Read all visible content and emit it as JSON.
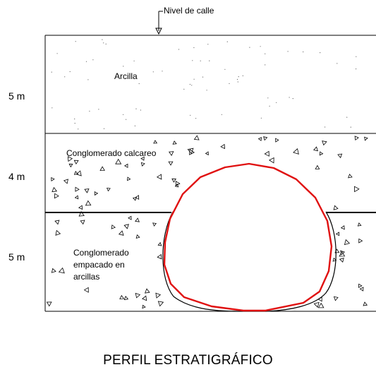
{
  "street": {
    "label": "Nivel de calle"
  },
  "depths": [
    "5 m",
    "4 m",
    "5 m"
  ],
  "layers": {
    "clay": "Arcilla",
    "calcareous": "Conglomerado calcareo",
    "packed": "Conglomerado empacado en arcillas"
  },
  "title": "PERFIL ESTRATIGRÁFICO",
  "colors": {
    "tunnel_outline": "#e01010",
    "lines": "#000000"
  }
}
